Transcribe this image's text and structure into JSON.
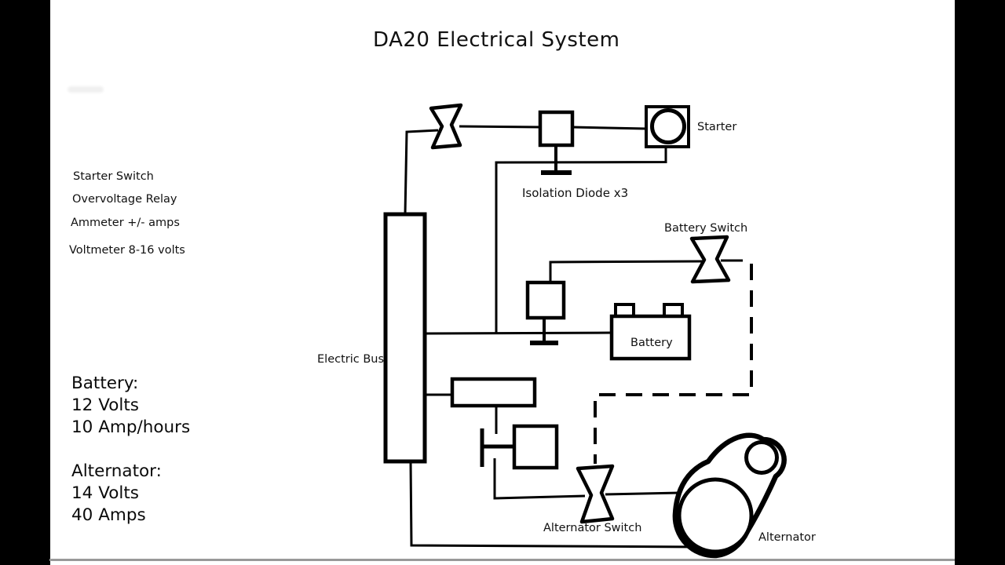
{
  "title": "DA20 Electrical System",
  "legend": {
    "items": [
      "Starter Switch",
      "Overvoltage Relay",
      "Ammeter +/- amps",
      "Voltmeter 8-16 volts"
    ]
  },
  "specs": {
    "battery_heading": "Battery:",
    "battery_volts": "12 Volts",
    "battery_capacity": "10 Amp/hours",
    "alternator_heading": "Alternator:",
    "alternator_volts": "14 Volts",
    "alternator_amps": "40 Amps"
  },
  "diagram_labels": {
    "starter": "Starter",
    "isolation_diode": "Isolation Diode x3",
    "battery_switch": "Battery Switch",
    "electric_bus": "Electric Bus",
    "battery": "Battery",
    "alternator_switch": "Alternator Switch",
    "alternator": "Alternator"
  },
  "colors": {
    "ink": "#000000",
    "canvas": "#ffffff",
    "letterbox": "#000000",
    "footer_line": "#999999"
  }
}
